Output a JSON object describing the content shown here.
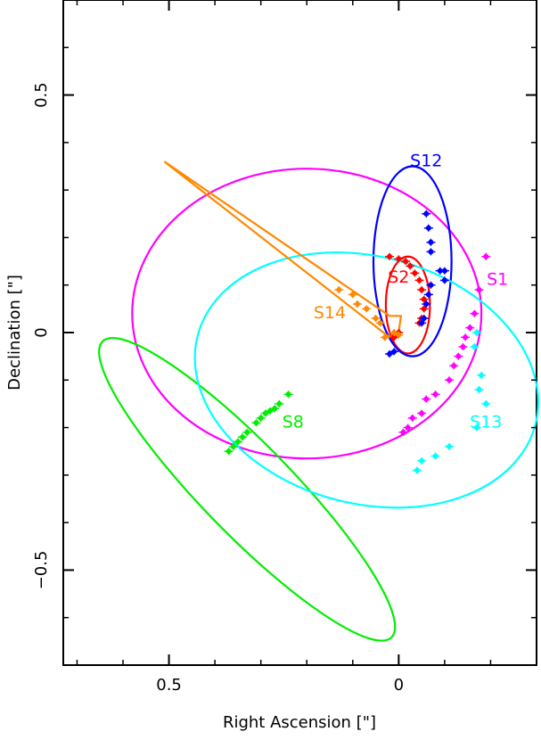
{
  "chart_data": {
    "type": "scatter",
    "title": "",
    "xlabel": "Right Ascension [\"]",
    "ylabel": "Declination [\"]",
    "xlim": [
      0.73,
      -0.3
    ],
    "ylim": [
      -0.7,
      0.7
    ],
    "x_inverted": true,
    "grid": false,
    "xticks": [
      0.5,
      0,
      -0.5
    ],
    "xtick_labels": [
      "0.5",
      "0",
      ""
    ],
    "yticks": [
      0.5,
      0,
      -0.5
    ],
    "ytick_labels": [
      "0.5",
      "0",
      "−0.5"
    ],
    "series": [
      {
        "name": "S1",
        "color": "#ff00ff",
        "orbit": {
          "center": [
            0.2,
            0.04
          ],
          "rx": 0.38,
          "ry": 0.305
        },
        "points": [
          [
            -0.19,
            0.16
          ],
          [
            -0.175,
            0.09
          ],
          [
            -0.165,
            0.04
          ],
          [
            -0.155,
            0.01
          ],
          [
            -0.145,
            -0.01
          ],
          [
            -0.14,
            -0.03
          ],
          [
            -0.13,
            -0.05
          ],
          [
            -0.12,
            -0.07
          ],
          [
            -0.11,
            -0.1
          ],
          [
            -0.08,
            -0.13
          ],
          [
            -0.06,
            -0.14
          ],
          [
            -0.05,
            -0.17
          ],
          [
            -0.03,
            -0.18
          ],
          [
            -0.02,
            -0.2
          ],
          [
            -0.01,
            -0.21
          ]
        ]
      },
      {
        "name": "S2",
        "color": "#ff0000",
        "orbit": {
          "center": [
            -0.02,
            0.058
          ],
          "rx": 0.048,
          "ry": 0.102
        },
        "points": [
          [
            0.02,
            0.16
          ],
          [
            0.0,
            0.155
          ],
          [
            -0.015,
            0.15
          ],
          [
            -0.025,
            0.14
          ],
          [
            -0.035,
            0.125
          ],
          [
            -0.045,
            0.11
          ],
          [
            -0.05,
            0.09
          ],
          [
            -0.055,
            0.07
          ],
          [
            -0.055,
            0.05
          ],
          [
            -0.05,
            0.03
          ],
          [
            -0.045,
            0.02
          ],
          [
            0.0,
            0.0
          ],
          [
            0.005,
            -0.005
          ],
          [
            0.01,
            -0.01
          ]
        ]
      },
      {
        "name": "S8",
        "color": "#00ee00",
        "orbit": {
          "center": [
            0.33,
            -0.33
          ],
          "rx": 0.45,
          "ry": 0.095,
          "angle_deg": 45.7
        },
        "points": [
          [
            0.24,
            -0.13
          ],
          [
            0.26,
            -0.15
          ],
          [
            0.27,
            -0.16
          ],
          [
            0.28,
            -0.165
          ],
          [
            0.29,
            -0.17
          ],
          [
            0.3,
            -0.18
          ],
          [
            0.31,
            -0.19
          ],
          [
            0.33,
            -0.21
          ],
          [
            0.34,
            -0.22
          ],
          [
            0.35,
            -0.23
          ],
          [
            0.36,
            -0.24
          ],
          [
            0.37,
            -0.25
          ]
        ]
      },
      {
        "name": "S12",
        "color": "#0000ff",
        "orbit": {
          "center": [
            -0.03,
            0.15
          ],
          "rx": 0.085,
          "ry": 0.2
        },
        "points": [
          [
            -0.06,
            0.25
          ],
          [
            -0.065,
            0.22
          ],
          [
            -0.07,
            0.19
          ],
          [
            -0.07,
            0.17
          ],
          [
            -0.07,
            0.1
          ],
          [
            -0.065,
            0.08
          ],
          [
            -0.06,
            0.06
          ],
          [
            -0.055,
            0.03
          ],
          [
            -0.05,
            0.02
          ],
          [
            0.01,
            -0.04
          ],
          [
            0.02,
            -0.045
          ],
          [
            -0.1,
            0.13
          ],
          [
            -0.1,
            0.11
          ],
          [
            -0.09,
            0.13
          ]
        ]
      },
      {
        "name": "S13",
        "color": "#00ffff",
        "orbit": {
          "center": [
            0.07,
            -0.1
          ],
          "rx": 0.38,
          "ry": 0.26,
          "angle_deg": 15
        },
        "points": [
          [
            -0.17,
            0.0
          ],
          [
            -0.165,
            -0.03
          ],
          [
            -0.18,
            -0.09
          ],
          [
            -0.175,
            -0.12
          ],
          [
            -0.19,
            -0.15
          ],
          [
            -0.17,
            -0.2
          ],
          [
            -0.11,
            -0.24
          ],
          [
            -0.08,
            -0.26
          ],
          [
            -0.05,
            -0.27
          ],
          [
            -0.04,
            -0.29
          ]
        ]
      },
      {
        "name": "S14",
        "color": "#ff8800",
        "orbit": {
          "type": "path",
          "points": [
            [
              0.51,
              0.36
            ],
            [
              0.02,
              0.035
            ],
            [
              -0.005,
              0.035
            ],
            [
              0.0,
              0.0
            ],
            [
              0.02,
              -0.01
            ],
            [
              0.51,
              0.36
            ]
          ]
        },
        "points": [
          [
            0.13,
            0.09
          ],
          [
            0.1,
            0.08
          ],
          [
            0.09,
            0.06
          ],
          [
            0.07,
            0.05
          ],
          [
            0.05,
            0.03
          ],
          [
            0.04,
            0.02
          ],
          [
            0.03,
            -0.01
          ],
          [
            0.01,
            0.0
          ],
          [
            0.0,
            -0.005
          ]
        ]
      }
    ],
    "labels": [
      {
        "text": "S1",
        "series": "S1",
        "x": -0.215,
        "y": 0.1
      },
      {
        "text": "S2",
        "series": "S2",
        "x": 0.0,
        "y": 0.105
      },
      {
        "text": "S8",
        "series": "S8",
        "x": 0.23,
        "y": -0.2
      },
      {
        "text": "S12",
        "series": "S12",
        "x": -0.06,
        "y": 0.35
      },
      {
        "text": "S13",
        "series": "S13",
        "x": -0.19,
        "y": -0.2
      },
      {
        "text": "S14",
        "series": "S14",
        "x": 0.15,
        "y": 0.03
      }
    ]
  }
}
